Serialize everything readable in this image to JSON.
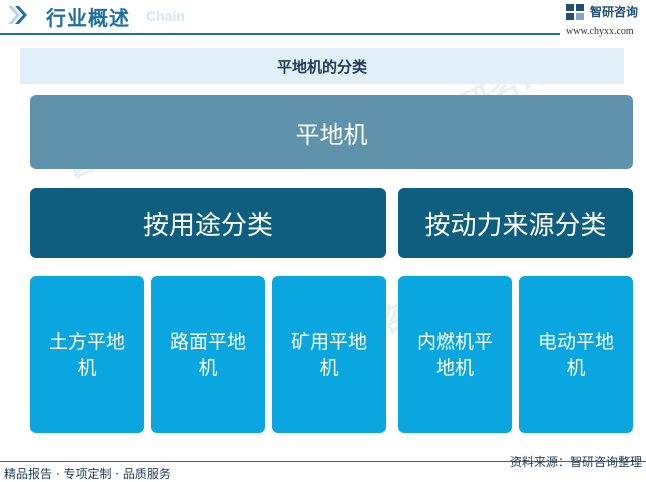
{
  "header": {
    "title": "行业概述",
    "chain_text": "Chain",
    "logo_text": "智研咨询",
    "logo_url": "www.chyxx.com"
  },
  "diagram": {
    "subtitle": "平地机的分类",
    "root": "平地机",
    "categories": [
      {
        "label": "按用途分类",
        "items": [
          "土方平地机",
          "路面平地机",
          "矿用平地机"
        ]
      },
      {
        "label": "按动力来源分类",
        "items": [
          "内燃机平地机",
          "电动平地机"
        ]
      }
    ]
  },
  "footer": {
    "left": "精品报告 · 专项定制 · 品质服务",
    "source": "资料来源：智研咨询整理"
  },
  "colors": {
    "brand": "#1f6fa0",
    "root_box": "#5e93ab",
    "category_box": "#0e5e80",
    "leaf_box": "#0aa6df",
    "subtitle_bg": "#e1f0f8"
  }
}
